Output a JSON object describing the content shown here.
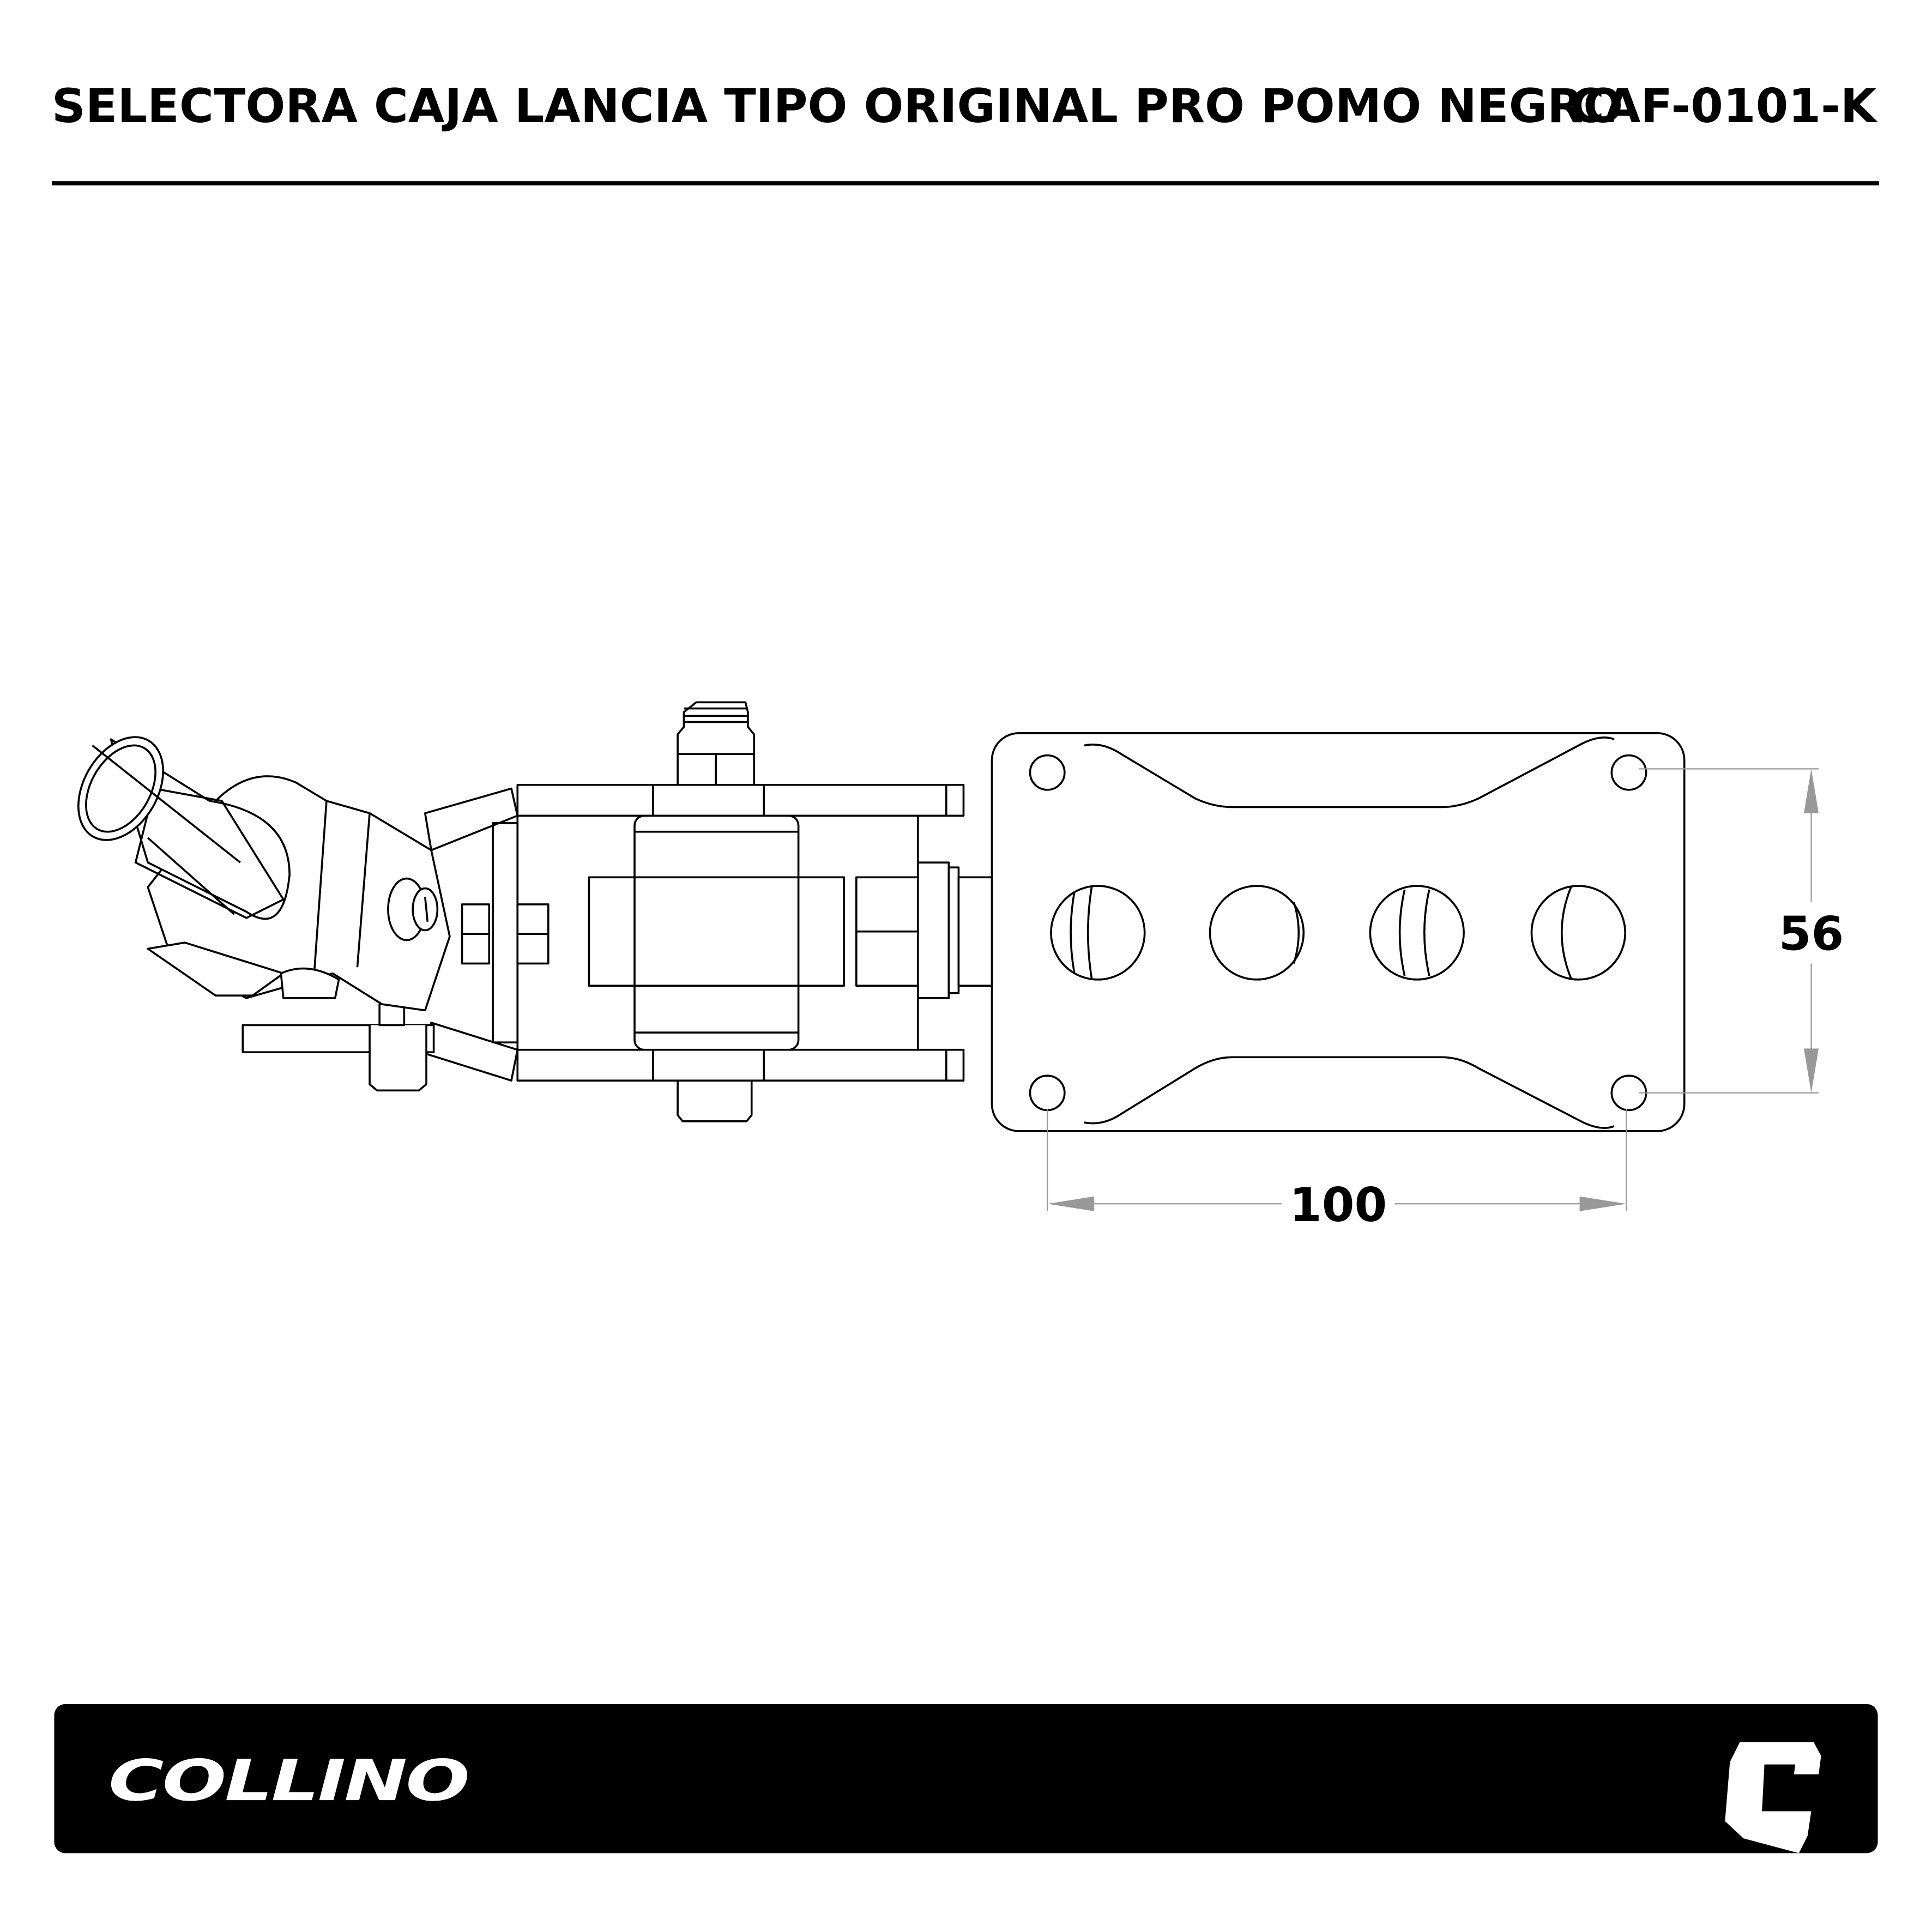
{
  "header": {
    "title": "SELECTORA CAJA LANCIA TIPO ORIGINAL PRO POMO NEGRO",
    "code": "CAF-0101-K"
  },
  "dimensions": {
    "hole_spacing_vertical": "56",
    "hole_spacing_horizontal": "100"
  },
  "footer": {
    "brand": "COLLINO",
    "brand_mark": "C",
    "background": "#000000",
    "text_color": "#ffffff"
  }
}
